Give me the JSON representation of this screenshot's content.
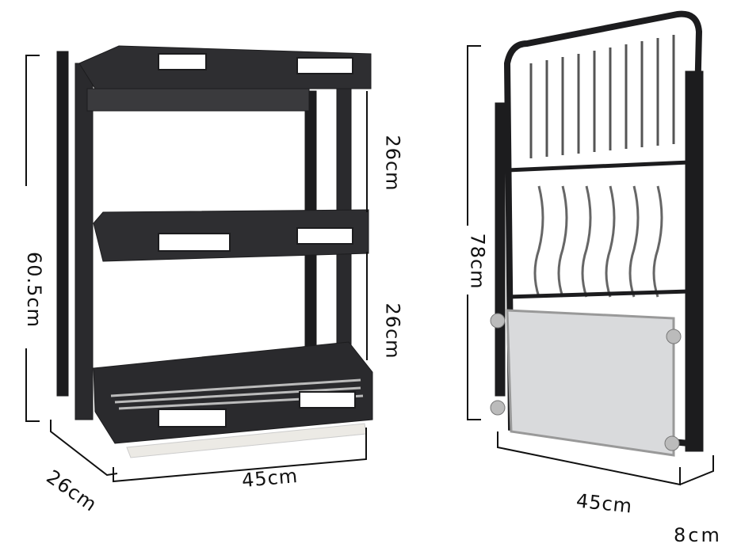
{
  "colors": {
    "frame": "#1c1c1e",
    "frame_highlight": "#4a4a4e",
    "board": "#d9dadc",
    "dimension_line": "#111111"
  },
  "left_rack": {
    "height_label": "60.5cm",
    "top_gap_label": "26cm",
    "bottom_gap_label": "26cm",
    "depth_label": "26cm",
    "width_label": "45cm"
  },
  "right_rack": {
    "height_label": "78cm",
    "width_label": "45cm",
    "depth_label": "8cm"
  }
}
